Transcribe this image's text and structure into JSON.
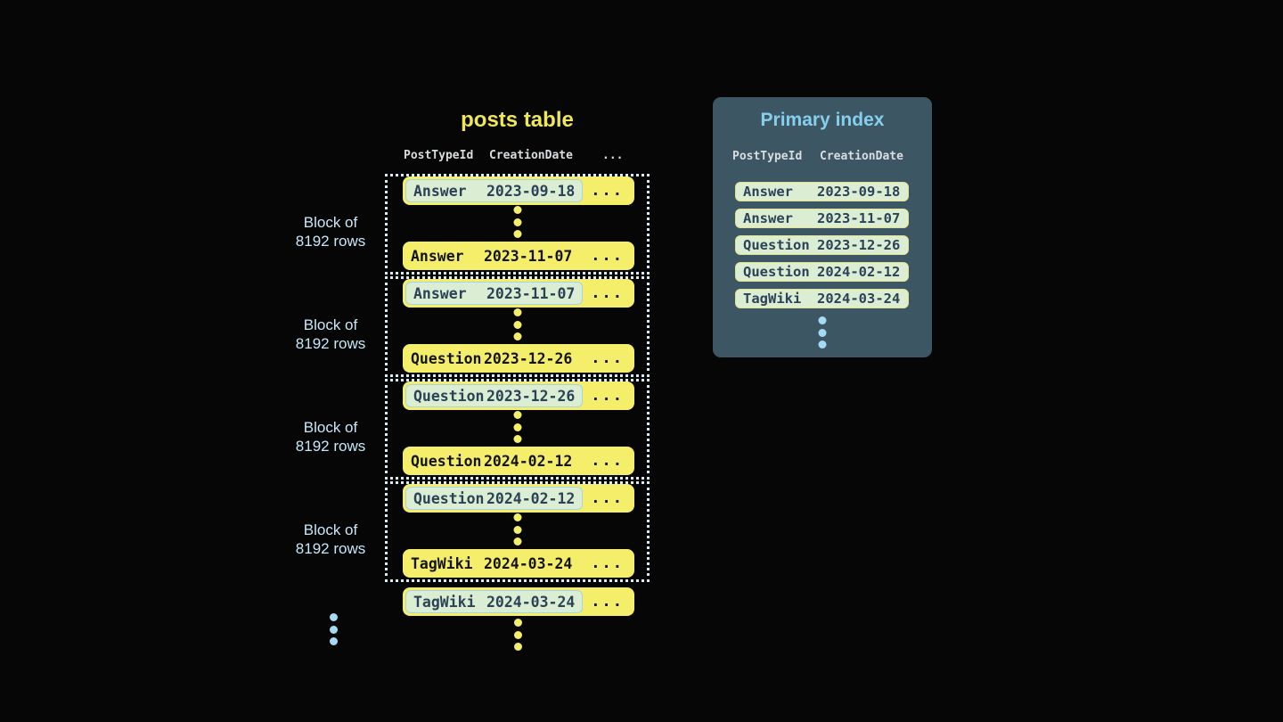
{
  "colors": {
    "bg": "#060606",
    "title_yellow": "#efe658",
    "row_yellow": "#f4ee6b",
    "row_text": "#141414",
    "highlight_green": "#dbeed4",
    "highlight_border": "#a6d4e6",
    "index_row_border": "#e7e38c",
    "index_text": "#2c4257",
    "panel_bg": "#3d5664",
    "panel_title": "#85cfed",
    "header_text": "#d9dde0",
    "label_blue": "#c7e8f9",
    "dotted_border": "#d7ecf4",
    "blue_dot": "#a5dbf2"
  },
  "posts_table": {
    "title": "posts table",
    "columns": [
      "PostTypeId",
      "CreationDate"
    ],
    "columns_more": "...",
    "row_more": "...",
    "blocks": [
      {
        "label": [
          "Block of",
          "8192 rows"
        ],
        "first": {
          "type": "Answer",
          "date": "2023-09-18"
        },
        "last": {
          "type": "Answer",
          "date": "2023-11-07"
        }
      },
      {
        "label": [
          "Block of",
          "8192 rows"
        ],
        "first": {
          "type": "Answer",
          "date": "2023-11-07"
        },
        "last": {
          "type": "Question",
          "date": "2023-12-26"
        }
      },
      {
        "label": [
          "Block of",
          "8192 rows"
        ],
        "first": {
          "type": "Question",
          "date": "2023-12-26"
        },
        "last": {
          "type": "Question",
          "date": "2024-02-12"
        }
      },
      {
        "label": [
          "Block of",
          "8192 rows"
        ],
        "first": {
          "type": "Question",
          "date": "2024-02-12"
        },
        "last": {
          "type": "TagWiki",
          "date": "2024-03-24"
        }
      }
    ],
    "overflow_row": {
      "type": "TagWiki",
      "date": "2024-03-24"
    }
  },
  "primary_index": {
    "title": "Primary index",
    "columns": [
      "PostTypeId",
      "CreationDate"
    ],
    "rows": [
      {
        "type": "Answer",
        "date": "2023-09-18"
      },
      {
        "type": "Answer",
        "date": "2023-11-07"
      },
      {
        "type": "Question",
        "date": "2023-12-26"
      },
      {
        "type": "Question",
        "date": "2024-02-12"
      },
      {
        "type": "TagWiki",
        "date": "2024-03-24"
      }
    ]
  }
}
